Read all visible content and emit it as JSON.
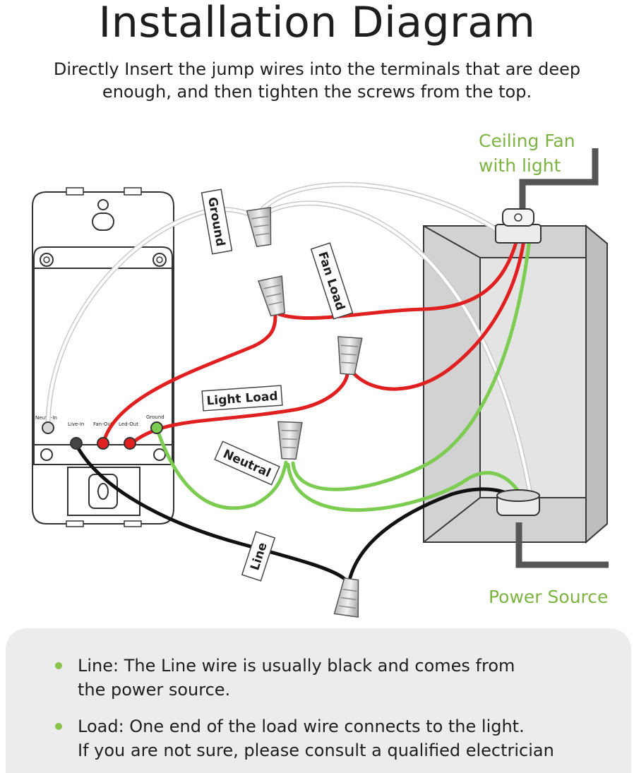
{
  "header": {
    "title": "Installation Diagram",
    "subtitle_lines": [
      "Directly Insert the jump wires into the terminals that are deep",
      "enough, and then tighten the screws from the top."
    ]
  },
  "diagram": {
    "switch_terminals": {
      "neutral_in": "Neutr -In",
      "live_in": "Live-In",
      "fan_out": "Fan-Out",
      "led_out": "Led-Out",
      "ground": "Ground"
    },
    "wire_tags": {
      "ground": "Ground",
      "fan_load": "Fan Load",
      "light_load": "Light Load",
      "neutral": "Neutral",
      "line": "Line"
    },
    "labels": {
      "ceiling_fan_line1": "Ceiling Fan",
      "ceiling_fan_line2": "with light",
      "power_source": "Power Source"
    }
  },
  "notes": [
    {
      "lines": [
        "Line: The Line wire is usually black and comes from",
        "the power source."
      ]
    },
    {
      "lines": [
        "Load: One end of the load wire connects to the light.",
        "If you are not sure, please consult a qualified electrician"
      ]
    }
  ],
  "colors": {
    "label_green": "#7cb342",
    "wire_red": "#e02020",
    "wire_green": "#7ccc52",
    "wire_black": "#111111",
    "wire_white": "#e6e6e6",
    "panel_gray": "#ececec"
  }
}
